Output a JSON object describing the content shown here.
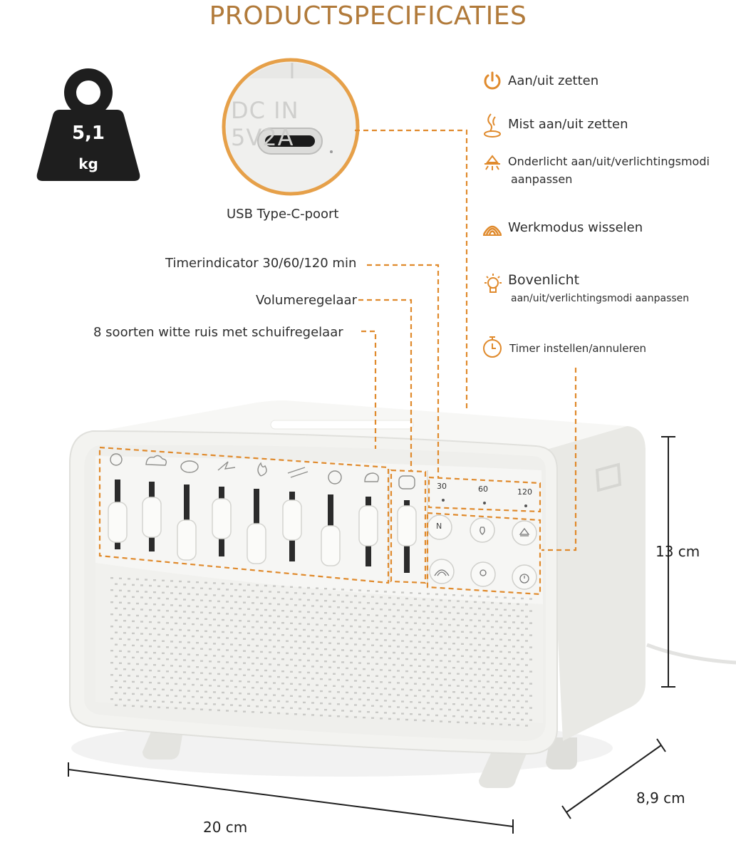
{
  "title": "PRODUCTSPECIFICATIES",
  "weight": {
    "value": "5,1",
    "unit": "kg"
  },
  "port": {
    "printed": "DC IN 5V2A",
    "label": "USB Type-C-poort"
  },
  "callouts": {
    "timer_indicator": "Timerindicator 30/60/120 min",
    "volume": "Volumeregelaar",
    "sliders": "8 soorten witte ruis met schuifregelaar"
  },
  "features": [
    {
      "icon": "power-icon",
      "label": "Aan/uit zetten"
    },
    {
      "icon": "mist-icon",
      "label": "Mist aan/uit zetten"
    },
    {
      "icon": "under-light-icon",
      "label": "Onderlicht aan/uit/verlichtingsmodi",
      "label2": "aanpassen"
    },
    {
      "icon": "mode-icon",
      "label": "Werkmodus wisselen"
    },
    {
      "icon": "top-light-icon",
      "label": "Bovenlicht",
      "label2": "aan/uit/verlichtingsmodi aanpassen"
    },
    {
      "icon": "timer-icon",
      "label": "Timer instellen/annuleren"
    }
  ],
  "timer_marks": [
    "30",
    "60",
    "120"
  ],
  "button_n": "N",
  "dimensions": {
    "height": "13 cm",
    "width": "20 cm",
    "depth": "8,9 cm"
  },
  "colors": {
    "accent": "#e08a2c",
    "title": "#b17a3a",
    "device": "#f2f2ef",
    "weight": "#1e1e1e"
  }
}
